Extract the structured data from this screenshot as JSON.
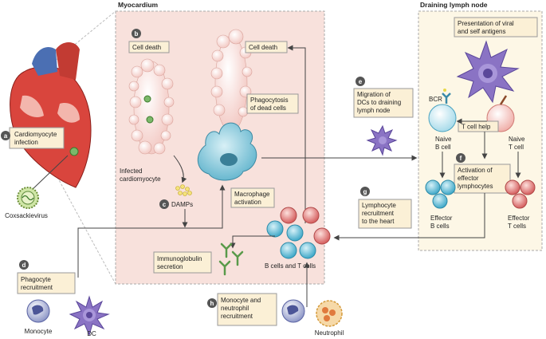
{
  "regions": {
    "myocardium": "Myocardium",
    "lymph_node": "Draining lymph node"
  },
  "steps": {
    "a": {
      "letter": "a",
      "line1": "Cardiomyocyte",
      "line2": "infection"
    },
    "b": {
      "letter": "b",
      "text": "Cell death"
    },
    "c": {
      "letter": "c",
      "text": "DAMPs"
    },
    "d": {
      "letter": "d",
      "line1": "Phagocyte",
      "line2": "recruitment"
    },
    "e": {
      "letter": "e",
      "line1": "Migration of",
      "line2": "DCs to draining",
      "line3": "lymph node"
    },
    "f": {
      "letter": "f",
      "line1": "Activation of",
      "line2": "effector",
      "line3": "lymphocytes"
    },
    "g": {
      "letter": "g",
      "line1": "Lymphocyte",
      "line2": "recruitment",
      "line3": "to the heart"
    },
    "h": {
      "letter": "h",
      "line1": "Monocyte and",
      "line2": "neutrophil",
      "line3": "recruitment"
    }
  },
  "labels": {
    "cell_death_top": "Cell death",
    "phagocytosis_1": "Phagocytosis",
    "phagocytosis_2": "of dead cells",
    "infected_1": "Infected",
    "infected_2": "cardiomyocyte",
    "macrophage_1": "Macrophage",
    "macrophage_2": "activation",
    "immunoglobulin_1": "Immunoglobulin",
    "immunoglobulin_2": "secretion",
    "b_and_t_cells": "B cells and T cells",
    "coxsackievirus": "Coxsackievirus",
    "monocyte": "Monocyte",
    "dc": "DC",
    "neutrophil": "Neutrophil",
    "presentation_1": "Presentation of viral",
    "presentation_2": "and self antigens",
    "bcr": "BCR",
    "t_cell_help": "T cell help",
    "naive_b_1": "Naive",
    "naive_b_2": "B cell",
    "naive_t_1": "Naive",
    "naive_t_2": "T cell",
    "effector_b_1": "Effector",
    "effector_b_2": "B cells",
    "effector_t_1": "Effector",
    "effector_t_2": "T cells"
  },
  "colors": {
    "myocardium_bg": "#f8e1dc",
    "lymph_bg": "#fdf7e6",
    "label_box": "#fbf0d6",
    "letter_circle": "#555555",
    "macrophage": "#7cc4d8",
    "b_cell": "#5bbcd6",
    "t_cell": "#e07b7b",
    "dc": "#8a73c4"
  }
}
